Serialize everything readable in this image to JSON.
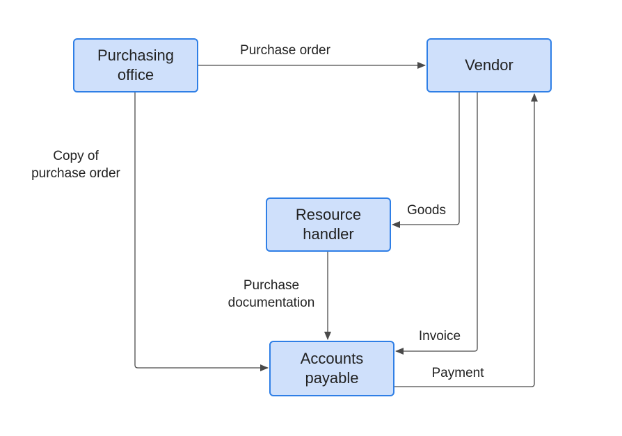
{
  "nodes": {
    "purchasing_office": "Purchasing\noffice",
    "vendor": "Vendor",
    "resource_handler": "Resource\nhandler",
    "accounts_payable": "Accounts\npayable"
  },
  "edges": {
    "purchase_order": "Purchase order",
    "copy_of_purchase_order": "Copy of\npurchase order",
    "goods": "Goods",
    "purchase_documentation": "Purchase\ndocumentation",
    "invoice": "Invoice",
    "payment": "Payment"
  },
  "colors": {
    "node_fill": "#cfe0fb",
    "node_border": "#2f7fe6",
    "connector": "#4a4a4a"
  }
}
